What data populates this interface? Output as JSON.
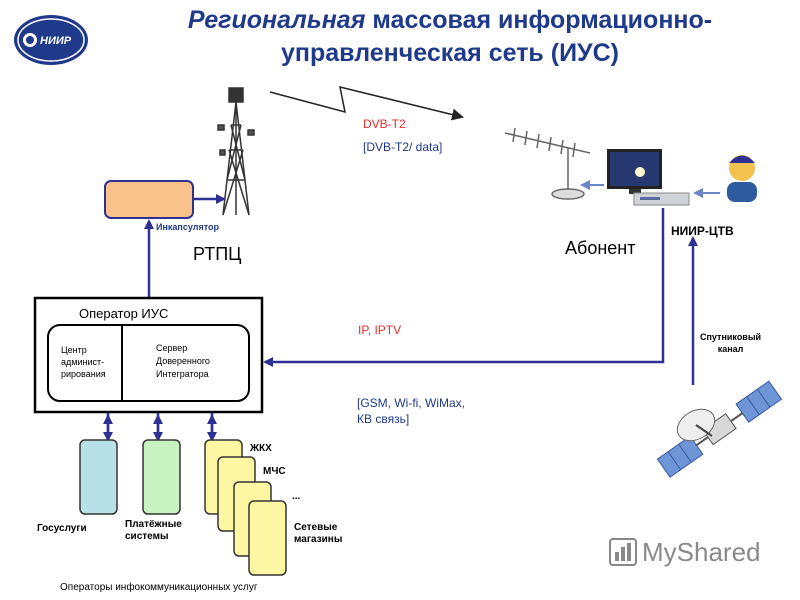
{
  "logo": {
    "text": "НИИР"
  },
  "title": {
    "emphasis": "Региональная",
    "line1_rest": "массовая информационно-",
    "line2": "управленческая сеть (ИУС)"
  },
  "labels": {
    "dvb_t2": "DVB-T2",
    "dvb_t2_data": "[DVB-T2/ data]",
    "encapsulator": "Инкапсулятор",
    "rtpc": "РТПЦ",
    "subscriber": "Абонент",
    "niir_ctv": "НИИР-ЦТВ",
    "operator_ius": "Оператор ИУС",
    "admin_center": [
      "Центр",
      "админист-",
      "рирования"
    ],
    "trusted_server": [
      "Сервер",
      "Доверенного",
      "Интегратора"
    ],
    "ip_iptv": "IP, IPTV",
    "gsm": [
      "[GSM, Wi-fi, WiMax,",
      "КВ связь]"
    ],
    "satellite_channel": [
      "Спутниковый",
      "канал"
    ],
    "gosuslugi": "Госуслуги",
    "payment_systems": [
      "Платёжные",
      "системы"
    ],
    "zhkh": "ЖКХ",
    "mchs": "МЧС",
    "ellipsis": "...",
    "stores": [
      "Сетевые",
      "магазины"
    ],
    "info_operators": "Операторы инфокоммуникационных услуг"
  },
  "watermark": {
    "text": "MyShared"
  },
  "colors": {
    "blue": "#2e3192",
    "red": "#e0302a",
    "title": "#1f3a8a",
    "encapsulator_fill": "#f8c28a",
    "gos_fill": "#b7e1e6",
    "pay_fill": "#c9f2c2",
    "yellow_fill": "#fdf6a2"
  }
}
